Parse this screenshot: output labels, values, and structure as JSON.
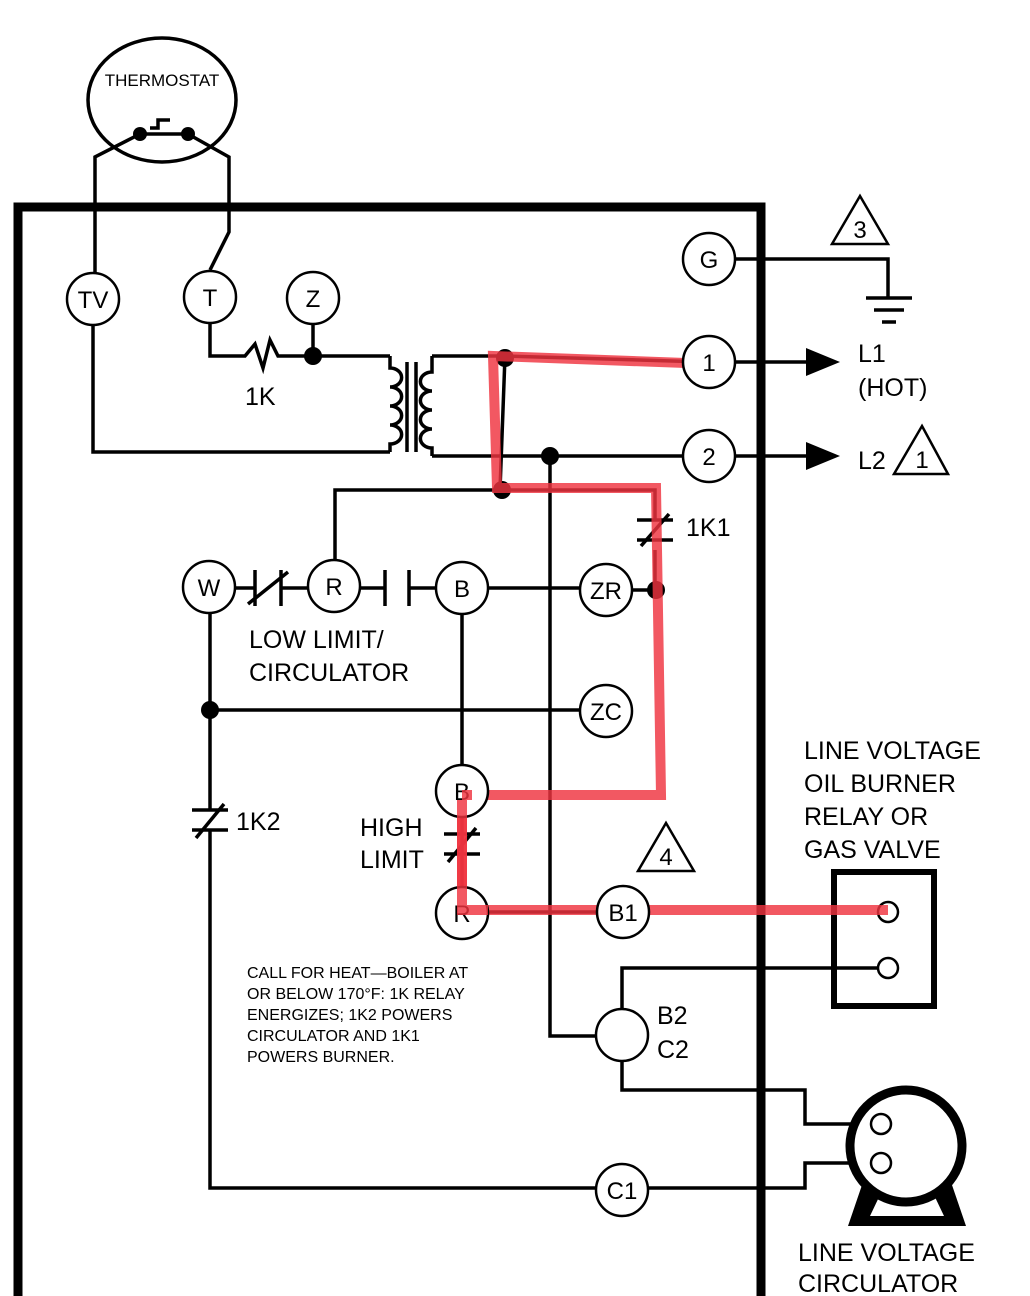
{
  "thermostat": {
    "label": "THERMOSTAT"
  },
  "terminals": {
    "tv": "TV",
    "t": "T",
    "z": "Z",
    "g": "G",
    "l1_num": "1",
    "l2_num": "2",
    "w": "W",
    "r": "R",
    "b": "B",
    "zr": "ZR",
    "zc": "ZC",
    "hb": "B",
    "hr": "R",
    "b1": "B1",
    "c1": "C1"
  },
  "labels": {
    "k1": "1K",
    "k1_contact": "1K1",
    "k2_contact": "1K2",
    "line1": "L1",
    "line1_hot": "(HOT)",
    "line2": "L2",
    "low_limit_1": "LOW LIMIT/",
    "low_limit_2": "CIRCULATOR",
    "high_limit_1": "HIGH",
    "high_limit_2": "LIMIT",
    "b2": "B2",
    "c2": "C2",
    "burner_1": "LINE VOLTAGE",
    "burner_2": "OIL BURNER",
    "burner_3": "RELAY OR",
    "burner_4": "GAS VALVE",
    "circ_1": "LINE VOLTAGE",
    "circ_2": "CIRCULATOR"
  },
  "notes": {
    "n1": "1",
    "n3": "3",
    "n4": "4",
    "line_1": "CALL FOR HEAT—BOILER AT",
    "line_2": "OR BELOW 170°F: 1K RELAY",
    "line_3": "ENERGIZES; 1K2 POWERS",
    "line_4": "CIRCULATOR AND 1K1",
    "line_5": "POWERS BURNER."
  },
  "colors": {
    "wire": "#000000",
    "energized_path": "#ef3340"
  }
}
